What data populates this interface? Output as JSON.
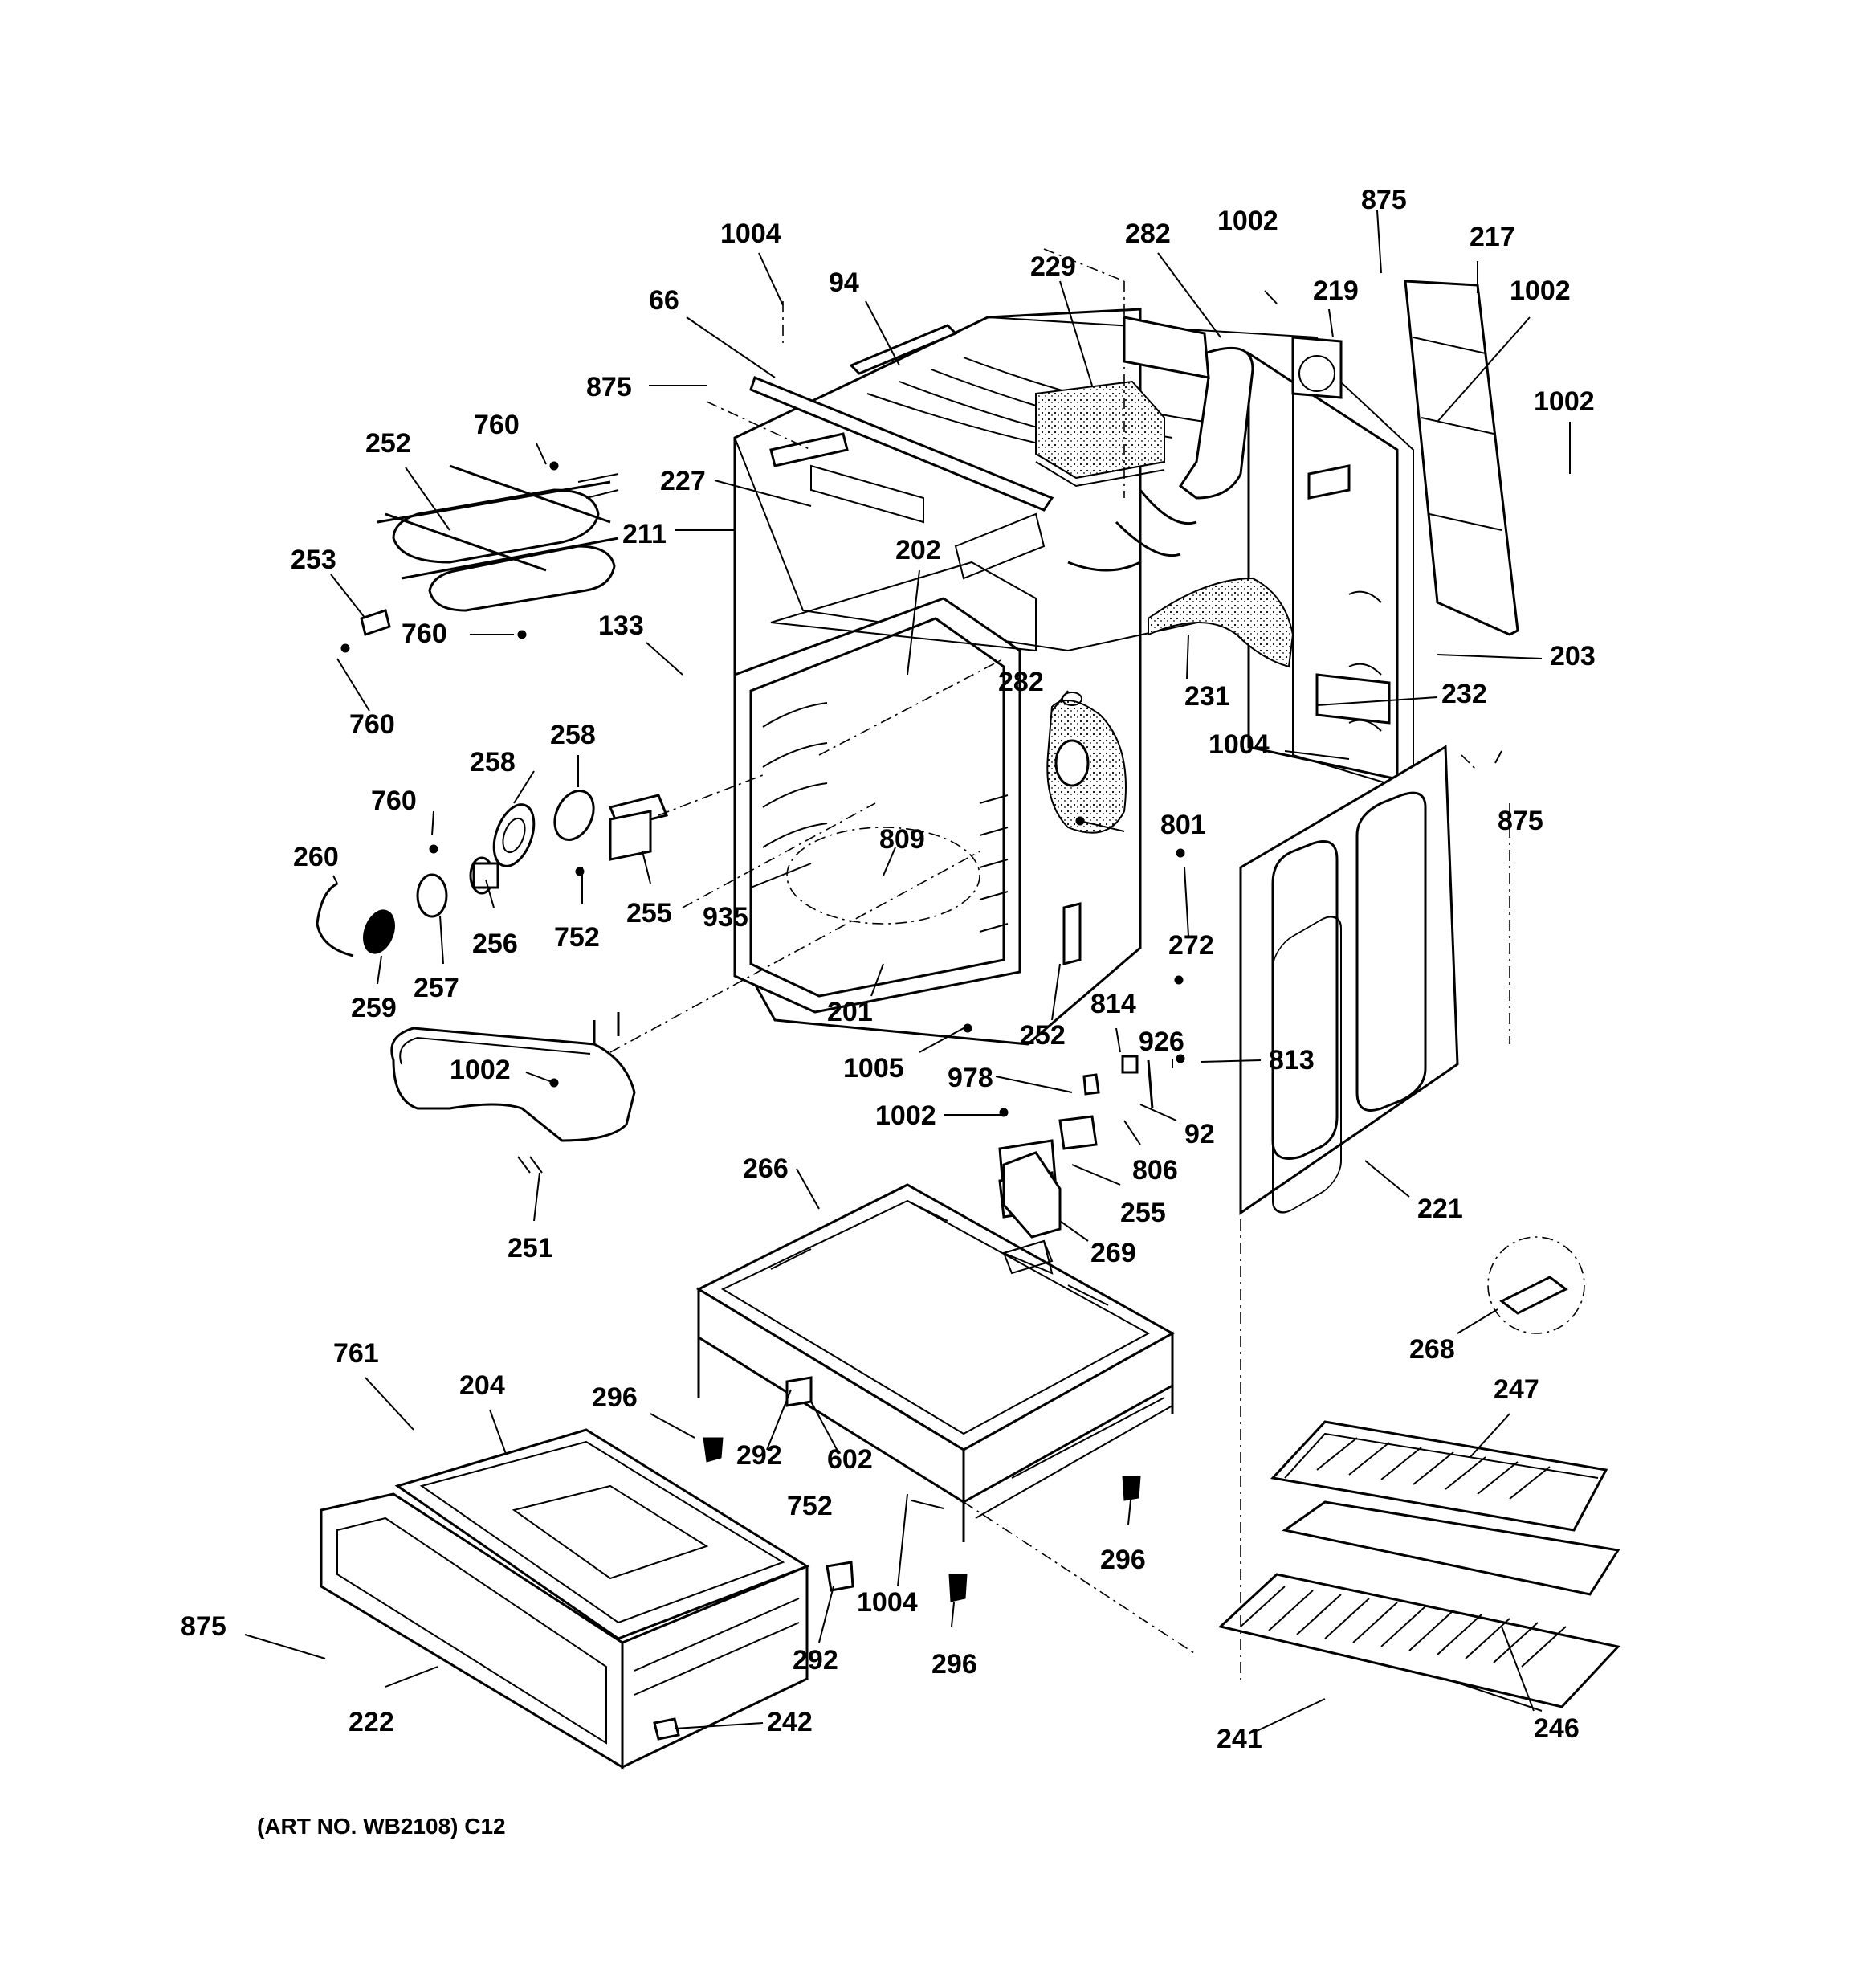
{
  "labels": [
    {
      "id": "1004-top",
      "text": "1004"
    },
    {
      "id": "94",
      "text": "94"
    },
    {
      "id": "66",
      "text": "66"
    },
    {
      "id": "875-top",
      "text": "875"
    },
    {
      "id": "229",
      "text": "229"
    },
    {
      "id": "282-top",
      "text": "282"
    },
    {
      "id": "1002-top",
      "text": "1002"
    },
    {
      "id": "875-topright",
      "text": "875"
    },
    {
      "id": "219",
      "text": "219"
    },
    {
      "id": "217",
      "text": "217"
    },
    {
      "id": "1002-right1",
      "text": "1002"
    },
    {
      "id": "1002-right2",
      "text": "1002"
    },
    {
      "id": "252-top",
      "text": "252"
    },
    {
      "id": "760-top",
      "text": "760"
    },
    {
      "id": "227",
      "text": "227"
    },
    {
      "id": "211",
      "text": "211"
    },
    {
      "id": "253",
      "text": "253"
    },
    {
      "id": "760-mid",
      "text": "760"
    },
    {
      "id": "202",
      "text": "202"
    },
    {
      "id": "133",
      "text": "133"
    },
    {
      "id": "760-left",
      "text": "760"
    },
    {
      "id": "282-mid",
      "text": "282"
    },
    {
      "id": "231",
      "text": "231"
    },
    {
      "id": "203",
      "text": "203"
    },
    {
      "id": "232",
      "text": "232"
    },
    {
      "id": "1004-mid",
      "text": "1004"
    },
    {
      "id": "875-mid",
      "text": "875"
    },
    {
      "id": "258-a",
      "text": "258"
    },
    {
      "id": "258-b",
      "text": "258"
    },
    {
      "id": "760-low",
      "text": "760"
    },
    {
      "id": "809",
      "text": "809"
    },
    {
      "id": "801",
      "text": "801"
    },
    {
      "id": "260",
      "text": "260"
    },
    {
      "id": "255-top",
      "text": "255"
    },
    {
      "id": "752-top",
      "text": "752"
    },
    {
      "id": "256",
      "text": "256"
    },
    {
      "id": "935",
      "text": "935"
    },
    {
      "id": "272",
      "text": "272"
    },
    {
      "id": "257",
      "text": "257"
    },
    {
      "id": "259",
      "text": "259"
    },
    {
      "id": "201",
      "text": "201"
    },
    {
      "id": "814",
      "text": "814"
    },
    {
      "id": "926",
      "text": "926"
    },
    {
      "id": "252-mid",
      "text": "252"
    },
    {
      "id": "1005",
      "text": "1005"
    },
    {
      "id": "813",
      "text": "813"
    },
    {
      "id": "1002-mid",
      "text": "1002"
    },
    {
      "id": "978",
      "text": "978"
    },
    {
      "id": "1002-low",
      "text": "1002"
    },
    {
      "id": "92",
      "text": "92"
    },
    {
      "id": "806",
      "text": "806"
    },
    {
      "id": "266",
      "text": "266"
    },
    {
      "id": "255-low",
      "text": "255"
    },
    {
      "id": "221",
      "text": "221"
    },
    {
      "id": "251",
      "text": "251"
    },
    {
      "id": "269",
      "text": "269"
    },
    {
      "id": "268",
      "text": "268"
    },
    {
      "id": "761",
      "text": "761"
    },
    {
      "id": "204",
      "text": "204"
    },
    {
      "id": "296-a",
      "text": "296"
    },
    {
      "id": "247",
      "text": "247"
    },
    {
      "id": "292-a",
      "text": "292"
    },
    {
      "id": "602",
      "text": "602"
    },
    {
      "id": "752-low",
      "text": "752"
    },
    {
      "id": "296-b",
      "text": "296"
    },
    {
      "id": "875-low",
      "text": "875"
    },
    {
      "id": "1004-low",
      "text": "1004"
    },
    {
      "id": "292-b",
      "text": "292"
    },
    {
      "id": "296-c",
      "text": "296"
    },
    {
      "id": "222",
      "text": "222"
    },
    {
      "id": "242",
      "text": "242"
    },
    {
      "id": "241",
      "text": "241"
    },
    {
      "id": "246",
      "text": "246"
    }
  ],
  "art_note": "(ART NO. WB2108) C12"
}
